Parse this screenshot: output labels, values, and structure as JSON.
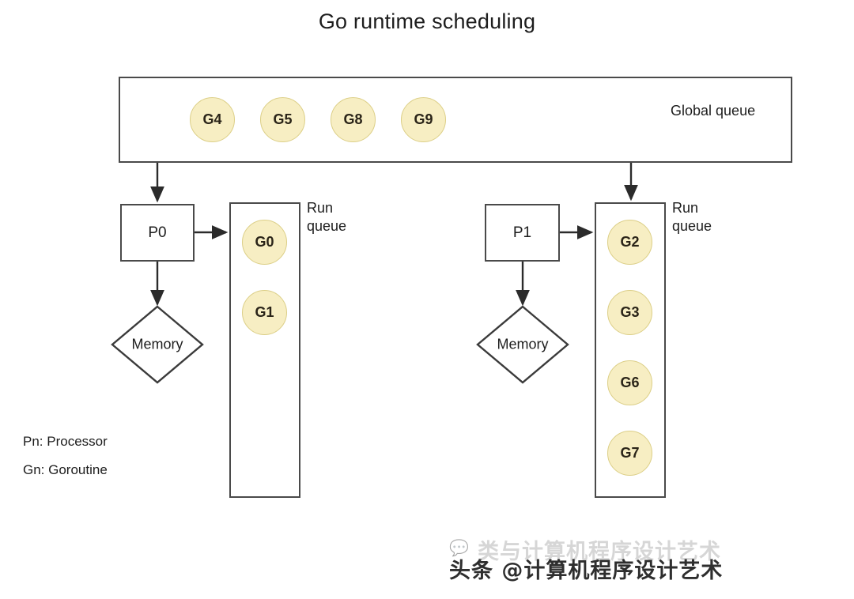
{
  "title": "Go runtime scheduling",
  "global_queue": {
    "label": "Global queue",
    "goroutines": [
      "G4",
      "G5",
      "G8",
      "G9"
    ]
  },
  "processors": [
    {
      "name": "P0",
      "memory_label": "Memory",
      "run_queue_label": "Run\nqueue",
      "run_queue": [
        "G0",
        "G1"
      ]
    },
    {
      "name": "P1",
      "memory_label": "Memory",
      "run_queue_label": "Run\nqueue",
      "run_queue": [
        "G2",
        "G3",
        "G6",
        "G7"
      ]
    }
  ],
  "legend": [
    "Pn: Processor",
    "Gn: Goroutine"
  ],
  "watermark": {
    "main": "头条 @计算机程序设计艺术",
    "ghost": "类与计算机程序设计艺术",
    "bubble": "icon-speech-bubble"
  },
  "colors": {
    "goroutine_fill": "#f7eec3",
    "goroutine_border": "#dccf87",
    "box_border": "#4a4a4a",
    "text": "#1d1d1d",
    "background": "#ffffff"
  }
}
